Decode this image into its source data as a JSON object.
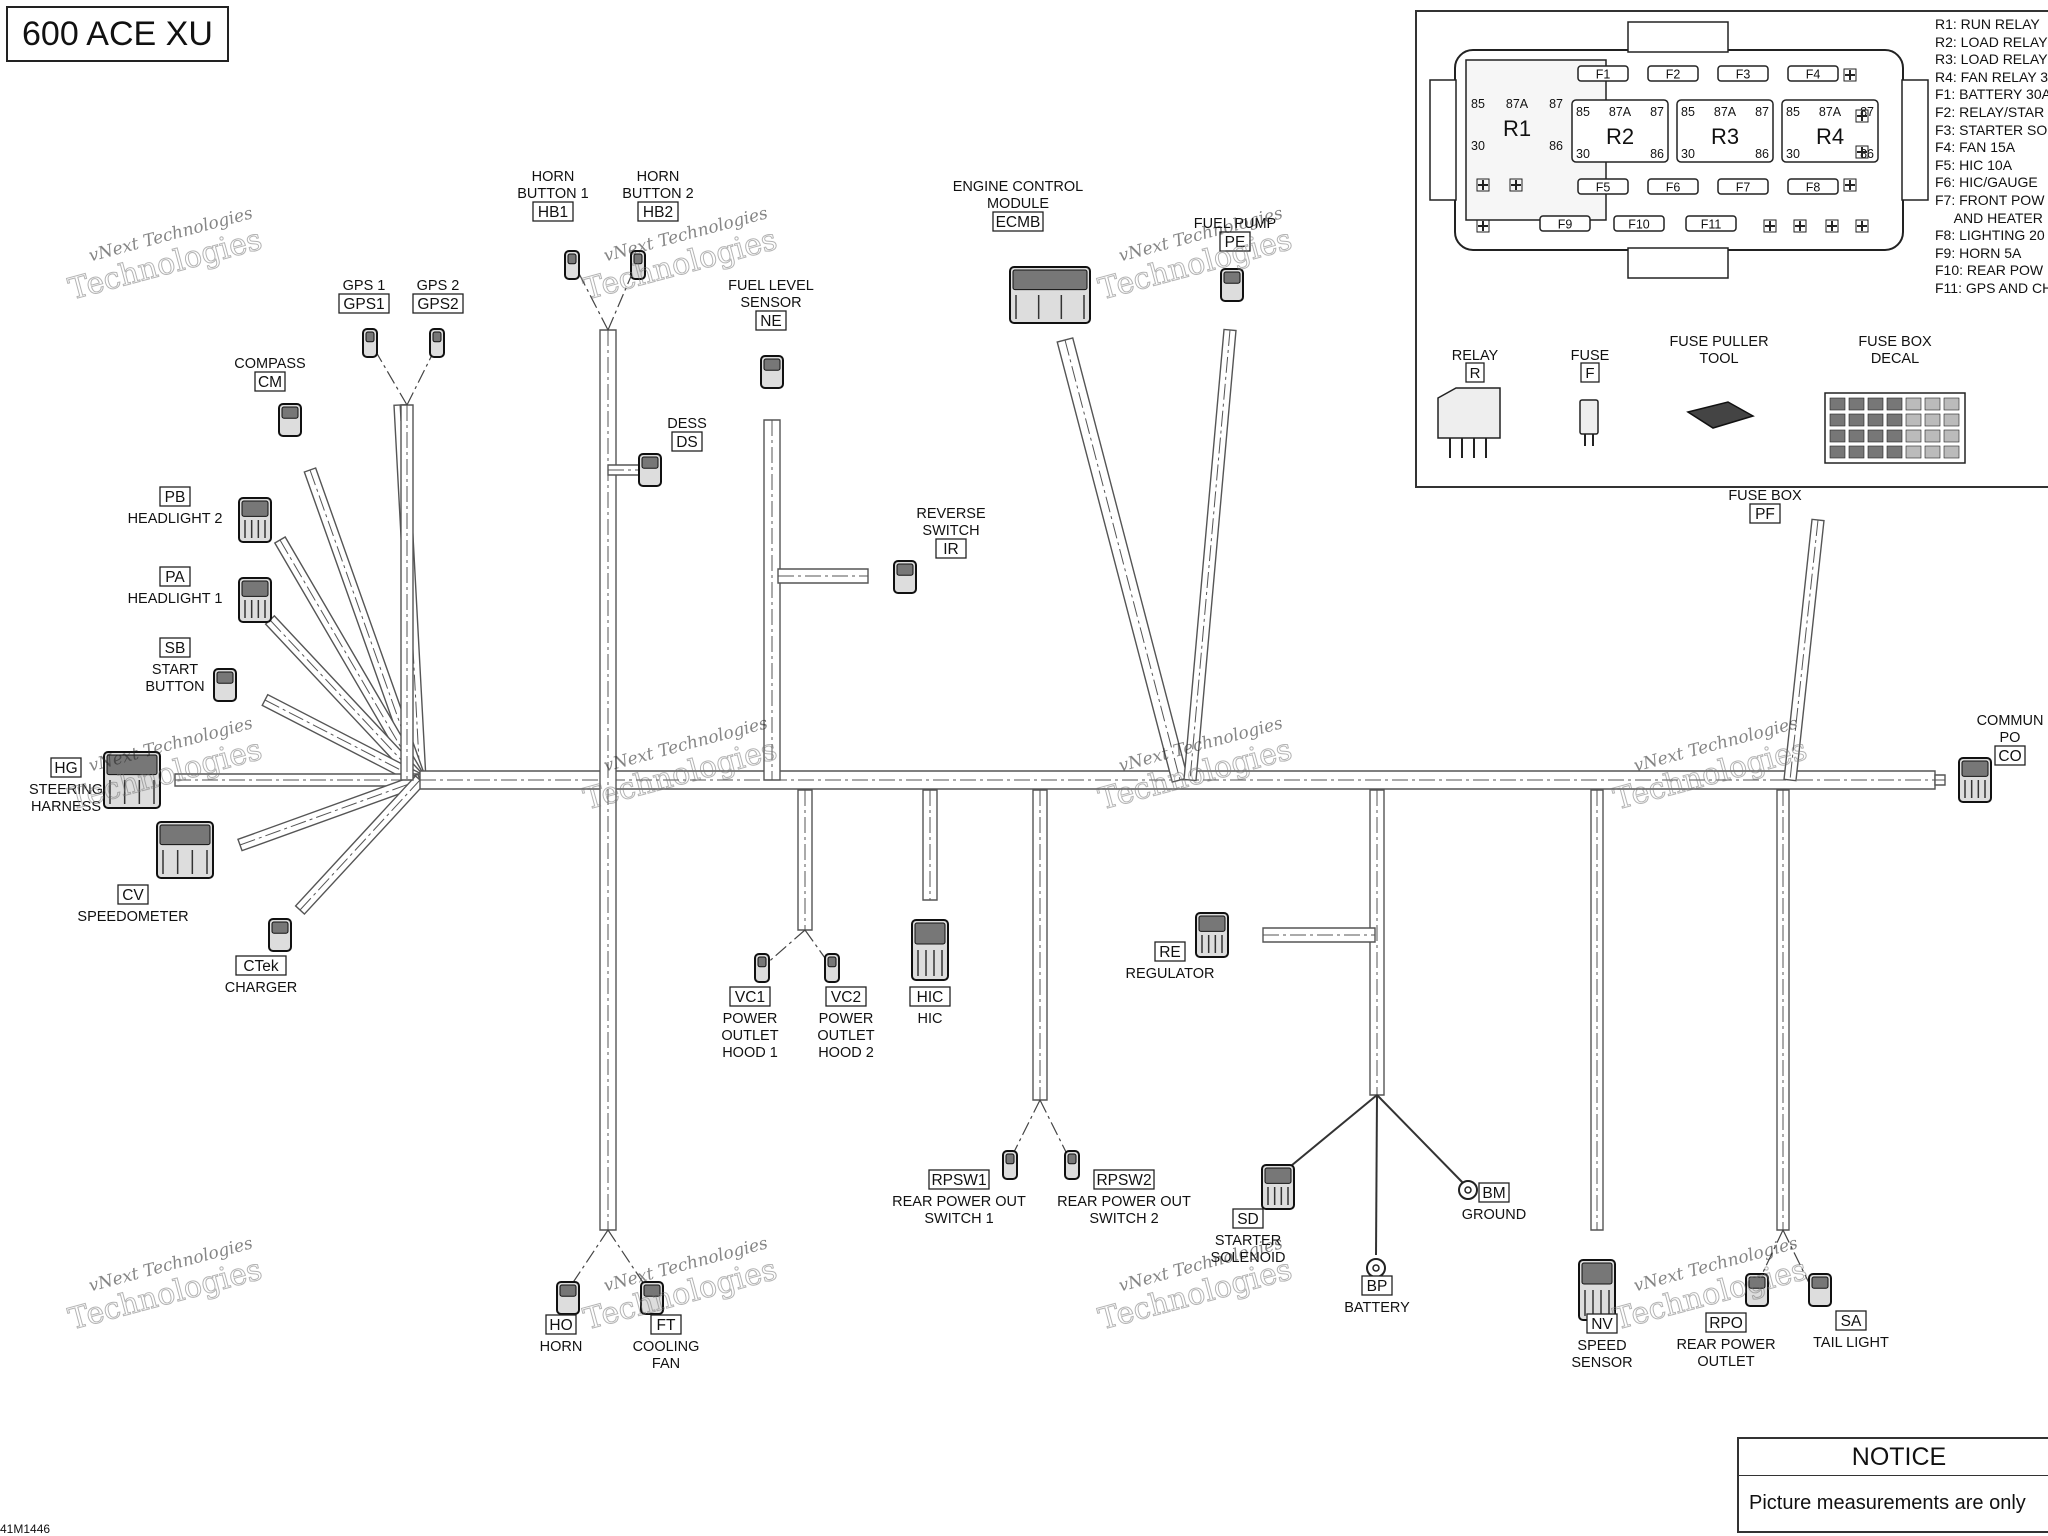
{
  "diagram": {
    "title": "600 ACE XU",
    "drawing_code": "41M1446",
    "components": [
      {
        "id": "gps1",
        "code": "GPS1",
        "label": "GPS 1"
      },
      {
        "id": "gps2",
        "code": "GPS2",
        "label": "GPS 2"
      },
      {
        "id": "cm",
        "code": "CM",
        "label": "COMPASS"
      },
      {
        "id": "pb",
        "code": "PB",
        "label": "HEADLIGHT 2"
      },
      {
        "id": "pa",
        "code": "PA",
        "label": "HEADLIGHT 1"
      },
      {
        "id": "sb",
        "code": "SB",
        "label": "START\nBUTTON"
      },
      {
        "id": "hg",
        "code": "HG",
        "label": "STEERING\nHARNESS"
      },
      {
        "id": "cv",
        "code": "CV",
        "label": "SPEEDOMETER"
      },
      {
        "id": "ctek",
        "code": "CTek",
        "label": "CHARGER"
      },
      {
        "id": "hb1",
        "code": "HB1",
        "label": "HORN\nBUTTON 1"
      },
      {
        "id": "hb2",
        "code": "HB2",
        "label": "HORN\nBUTTON 2"
      },
      {
        "id": "ds",
        "code": "DS",
        "label": "DESS"
      },
      {
        "id": "ne",
        "code": "NE",
        "label": "FUEL LEVEL\nSENSOR"
      },
      {
        "id": "ir",
        "code": "IR",
        "label": "REVERSE\nSWITCH"
      },
      {
        "id": "ecmb",
        "code": "ECMB",
        "label": "ENGINE CONTROL\nMODULE"
      },
      {
        "id": "pe",
        "code": "PE",
        "label": "FUEL PUMP"
      },
      {
        "id": "pf",
        "code": "PF",
        "label": "FUSE BOX"
      },
      {
        "id": "co",
        "code": "CO",
        "label": "COMMUN\nPO"
      },
      {
        "id": "vc1",
        "code": "VC1",
        "label": "POWER\nOUTLET\nHOOD 1"
      },
      {
        "id": "vc2",
        "code": "VC2",
        "label": "POWER\nOUTLET\nHOOD 2"
      },
      {
        "id": "hic",
        "code": "HIC",
        "label": "HIC"
      },
      {
        "id": "rpsw1",
        "code": "RPSW1",
        "label": "REAR POWER OUT\nSWITCH 1"
      },
      {
        "id": "rpsw2",
        "code": "RPSW2",
        "label": "REAR POWER OUT\nSWITCH 2"
      },
      {
        "id": "re",
        "code": "RE",
        "label": "REGULATOR"
      },
      {
        "id": "sd",
        "code": "SD",
        "label": "STARTER\nSOLENOID"
      },
      {
        "id": "bp",
        "code": "BP",
        "label": "BATTERY"
      },
      {
        "id": "bm",
        "code": "BM",
        "label": "GROUND"
      },
      {
        "id": "nv",
        "code": "NV",
        "label": "SPEED\nSENSOR"
      },
      {
        "id": "rpo",
        "code": "RPO",
        "label": "REAR POWER\nOUTLET"
      },
      {
        "id": "sa",
        "code": "SA",
        "label": "TAIL LIGHT"
      },
      {
        "id": "ho",
        "code": "HO",
        "label": "HORN"
      },
      {
        "id": "ft",
        "code": "FT",
        "label": "COOLING\nFAN"
      }
    ],
    "fuse_box": {
      "relays": [
        "R1",
        "R2",
        "R3",
        "R4"
      ],
      "relay_pins": [
        "85",
        "87A",
        "87",
        "30",
        "86"
      ],
      "fuses_row1": [
        "F1",
        "F2",
        "F3",
        "F4"
      ],
      "fuses_row2": [
        "F5",
        "F6",
        "F7",
        "F8"
      ],
      "fuses_row3": [
        "F9",
        "F10",
        "F11"
      ],
      "legend": [
        "R1: RUN RELAY",
        "R2: LOAD RELAY",
        "R3: LOAD RELAY",
        "R4: FAN RELAY 3",
        "F1: BATTERY 30A",
        "F2: RELAY/STAR",
        "F3: STARTER SO",
        "F4: FAN 15A",
        "F5: HIC 10A",
        "F6: HIC/GAUGE",
        "F7: FRONT POW",
        "     AND HEATER",
        "F8: LIGHTING 20",
        "F9: HORN 5A",
        "F10: REAR POW",
        "F11: GPS AND CH"
      ],
      "parts": [
        {
          "id": "relay",
          "code": "R",
          "label": "RELAY"
        },
        {
          "id": "fuse",
          "code": "F",
          "label": "FUSE"
        },
        {
          "id": "puller",
          "code": "",
          "label": "FUSE PULLER\nTOOL"
        },
        {
          "id": "decal",
          "code": "",
          "label": "FUSE BOX\nDECAL"
        }
      ]
    },
    "watermark": {
      "line1": "vNext Technologies",
      "line2": "Technologies"
    },
    "notice": {
      "heading": "NOTICE",
      "body": "Picture measurements are only"
    }
  }
}
